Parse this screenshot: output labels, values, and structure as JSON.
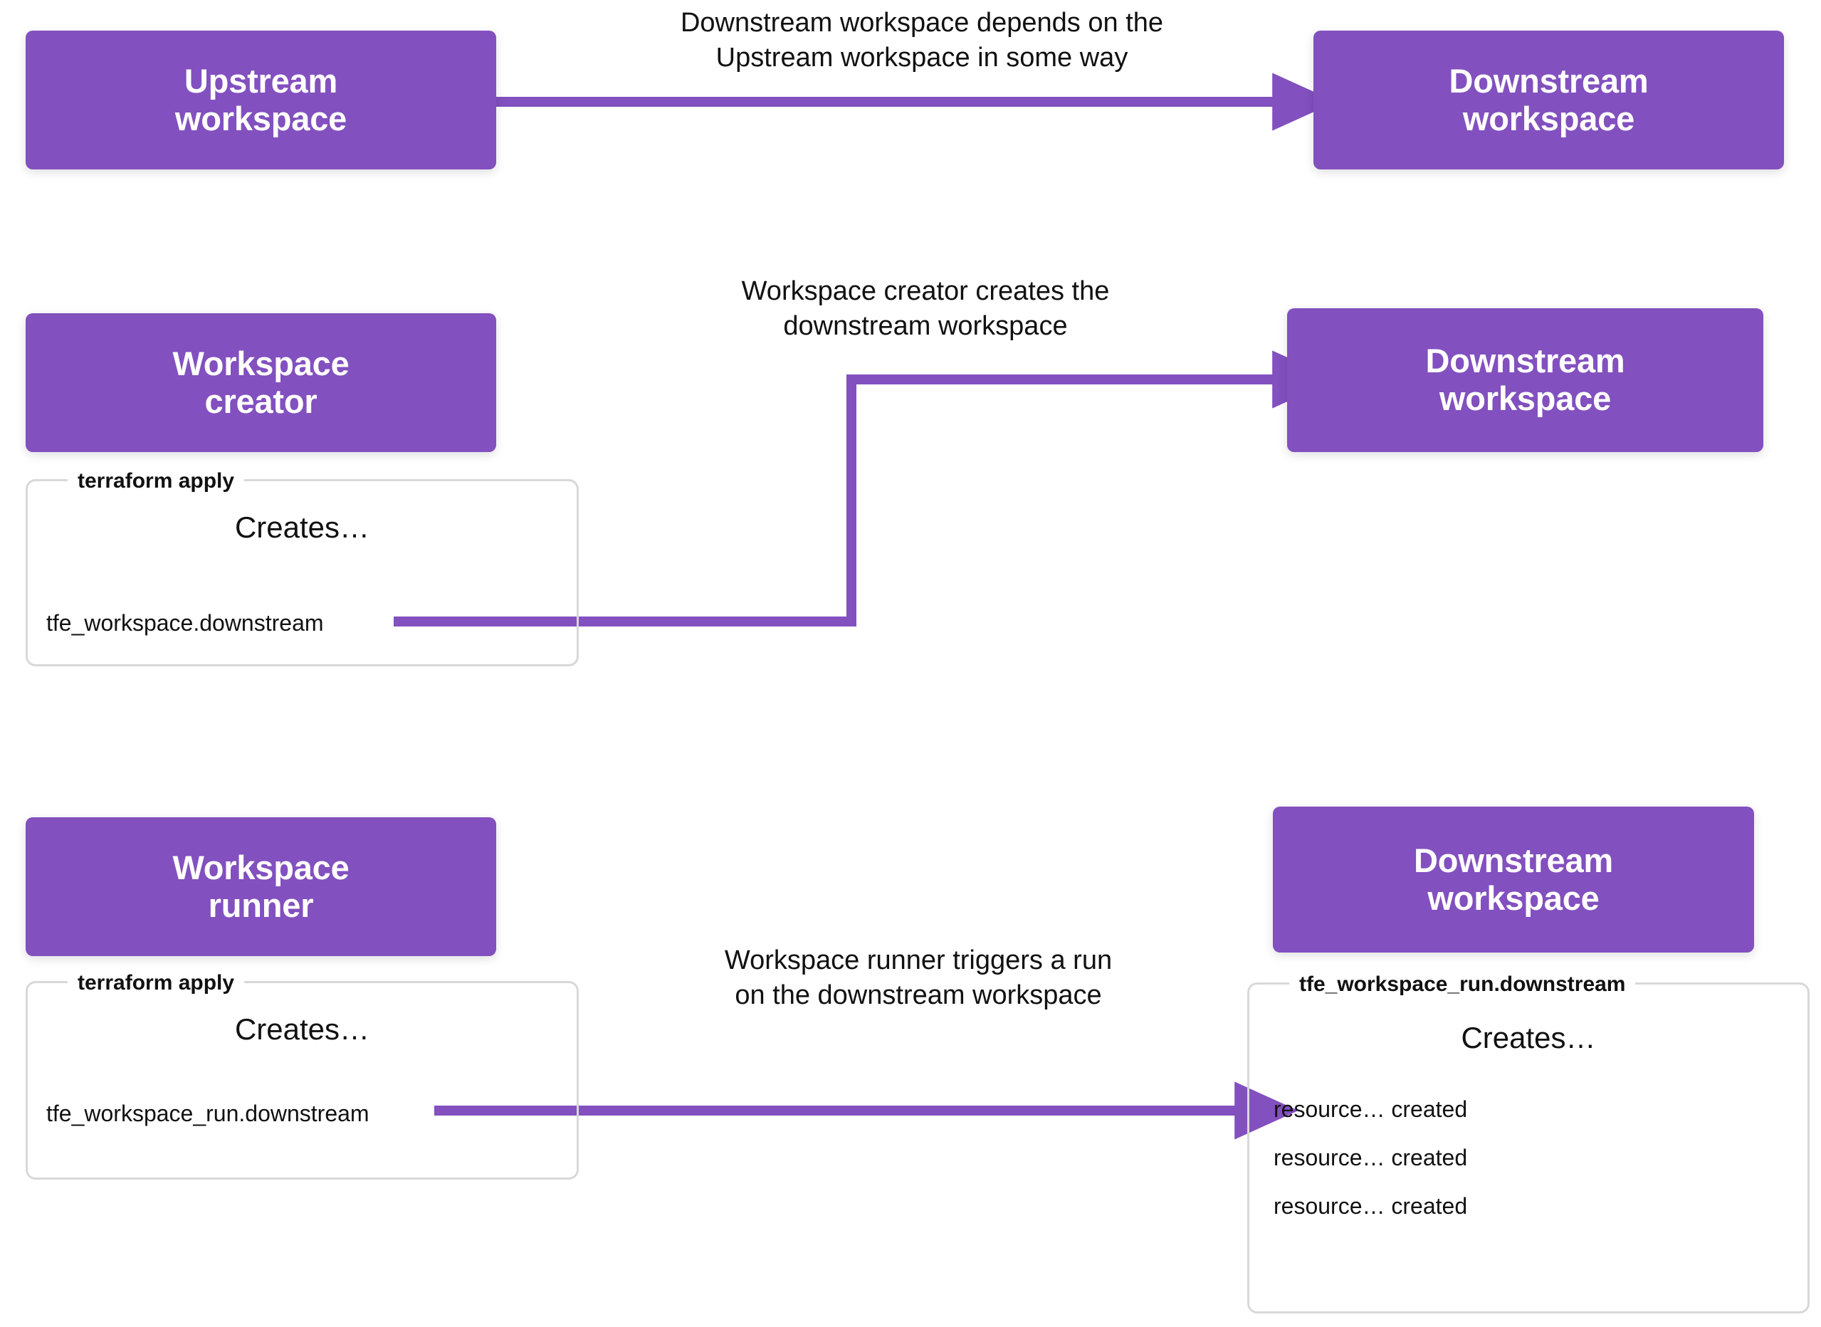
{
  "diagram": {
    "accent_color": "#8250BF",
    "panel_border_color": "#d8d8d8",
    "background_color": "#ffffff",
    "text_color": "#111111"
  },
  "rows": [
    {
      "id": "row-dependency",
      "source_node": "Upstream\nworkspace",
      "target_node": "Downstream\nworkspace",
      "edge_label": "Downstream workspace depends on the\nUpstream workspace in some way"
    },
    {
      "id": "row-creator",
      "source_node": "Workspace\ncreator",
      "target_node": "Downstream\nworkspace",
      "edge_label": "Workspace creator creates the\ndownstream workspace",
      "source_panel": {
        "legend": "terraform apply",
        "title": "Creates…",
        "items": [
          "tfe_workspace.downstream"
        ]
      }
    },
    {
      "id": "row-runner",
      "source_node": "Workspace\nrunner",
      "target_node": "Downstream\nworkspace",
      "edge_label": "Workspace runner triggers a run\non the downstream workspace",
      "source_panel": {
        "legend": "terraform apply",
        "title": "Creates…",
        "items": [
          "tfe_workspace_run.downstream"
        ]
      },
      "target_panel": {
        "legend": "tfe_workspace_run.downstream",
        "title": "Creates…",
        "items": [
          "resource… created",
          "resource… created",
          "resource… created"
        ]
      }
    }
  ]
}
